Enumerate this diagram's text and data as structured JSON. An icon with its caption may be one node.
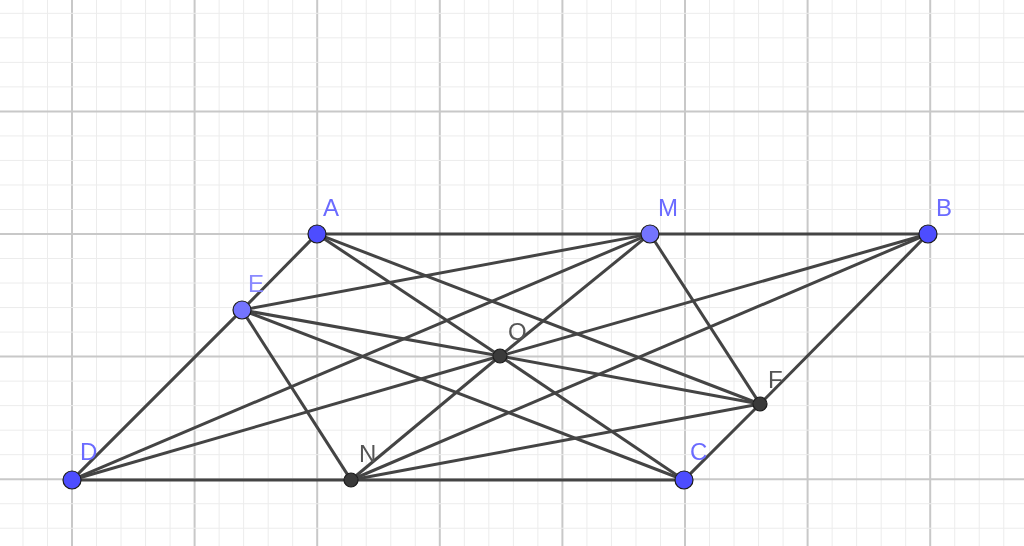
{
  "diagram": {
    "nodes": [
      {
        "text": [
          "A"
        ]
      },
      {
        "text": [
          "M"
        ]
      },
      {
        "text": [
          "B"
        ]
      },
      {
        "text": [
          "E"
        ]
      },
      {
        "text": [
          "O"
        ]
      },
      {
        "text": [
          "F"
        ]
      },
      {
        "text": [
          "D"
        ]
      },
      {
        "text": [
          "N"
        ]
      },
      {
        "text": [
          "C"
        ]
      }
    ],
    "edges": [
      {
        "from": 0,
        "to": 1,
        "arrow": "none"
      },
      {
        "from": 1,
        "to": 2,
        "arrow": "none"
      },
      {
        "from": 0,
        "to": 3,
        "arrow": "none"
      },
      {
        "from": 3,
        "to": 6,
        "arrow": "none"
      },
      {
        "from": 6,
        "to": 7,
        "arrow": "none"
      },
      {
        "from": 7,
        "to": 8,
        "arrow": "none"
      },
      {
        "from": 2,
        "to": 5,
        "arrow": "none"
      },
      {
        "from": 5,
        "to": 8,
        "arrow": "none"
      },
      {
        "from": 3,
        "to": 1,
        "arrow": "none"
      },
      {
        "from": 3,
        "to": 4,
        "arrow": "none"
      },
      {
        "from": 3,
        "to": 8,
        "arrow": "none"
      },
      {
        "from": 3,
        "to": 7,
        "arrow": "none"
      },
      {
        "from": 0,
        "to": 4,
        "arrow": "none"
      },
      {
        "from": 4,
        "to": 8,
        "arrow": "none"
      },
      {
        "from": 0,
        "to": 5,
        "arrow": "none"
      },
      {
        "from": 2,
        "to": 4,
        "arrow": "none"
      },
      {
        "from": 4,
        "to": 6,
        "arrow": "none"
      },
      {
        "from": 2,
        "to": 7,
        "arrow": "none"
      },
      {
        "from": 6,
        "to": 1,
        "arrow": "none"
      },
      {
        "from": 1,
        "to": 4,
        "arrow": "none"
      },
      {
        "from": 4,
        "to": 7,
        "arrow": "none"
      },
      {
        "from": 1,
        "to": 5,
        "arrow": "none"
      },
      {
        "from": 7,
        "to": 5,
        "arrow": "none"
      },
      {
        "from": 4,
        "to": 5,
        "arrow": "none"
      }
    ]
  }
}
